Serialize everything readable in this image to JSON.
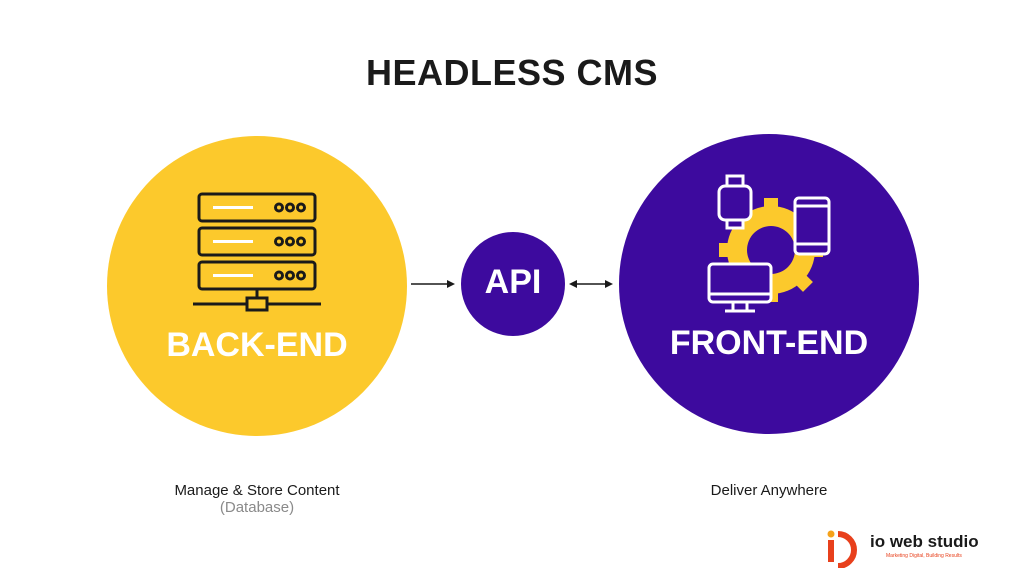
{
  "title": "HEADLESS CMS",
  "backend": {
    "label": "BACK-END",
    "caption": "Manage & Store Content",
    "subcaption": "(Database)",
    "icon": "server-rack-icon"
  },
  "api": {
    "label": "API"
  },
  "frontend": {
    "label": "FRONT-END",
    "caption": "Deliver Anywhere",
    "icon": "devices-gear-icon"
  },
  "logo": {
    "name": "io web studio",
    "tagline": "Marketing Digital, Building Results"
  },
  "colors": {
    "yellow": "#fcc92c",
    "purple": "#3d0a9e",
    "logo_red": "#e8401c"
  }
}
